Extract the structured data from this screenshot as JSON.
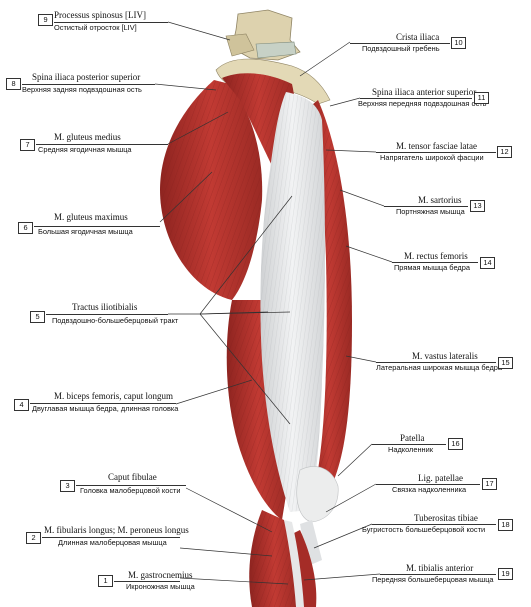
{
  "labels": [
    {
      "num": "9",
      "latin": "Processus spinosus [LIV]",
      "russian": "Остистый отросток [LIV]"
    },
    {
      "num": "8",
      "latin": "Spina iliaca posterior superior",
      "russian": "Верхняя задняя подвздошная ость"
    },
    {
      "num": "7",
      "latin": "M. gluteus medius",
      "russian": "Средняя ягодичная мышца"
    },
    {
      "num": "6",
      "latin": "M. gluteus maximus",
      "russian": "Большая ягодичная мышца"
    },
    {
      "num": "5",
      "latin": "Tractus iliotibialis",
      "russian": "Подвздошно-большеберцовый тракт"
    },
    {
      "num": "4",
      "latin": "M. biceps femoris, caput longum",
      "russian": "Двуглавая мышца бедра, длинная головка"
    },
    {
      "num": "3",
      "latin": "Caput fibulae",
      "russian": "Головка малоберцовой кости"
    },
    {
      "num": "2",
      "latin": "M. fibularis longus; M. peroneus longus",
      "russian": "Длинная малоберцовая мышца"
    },
    {
      "num": "1",
      "latin": "M. gastrocnemius",
      "russian": "Икроножная мышца"
    },
    {
      "num": "10",
      "latin": "Crista iliaca",
      "russian": "Подвздошный гребень"
    },
    {
      "num": "11",
      "latin": "Spina iliaca anterior superior",
      "russian": "Верхняя передняя подвздошная ость"
    },
    {
      "num": "12",
      "latin": "M. tensor fasciae latae",
      "russian": "Напрягатель широкой фасции"
    },
    {
      "num": "13",
      "latin": "M. sartorius",
      "russian": "Портняжная мышца"
    },
    {
      "num": "14",
      "latin": "M. rectus femoris",
      "russian": "Прямая мышца бедра"
    },
    {
      "num": "15",
      "latin": "M. vastus lateralis",
      "russian": "Латеральная широкая мышца бедра"
    },
    {
      "num": "16",
      "latin": "Patella",
      "russian": "Надколенник"
    },
    {
      "num": "17",
      "latin": "Lig. patellae",
      "russian": "Связка надколенника"
    },
    {
      "num": "18",
      "latin": "Tuberositas tibiae",
      "russian": "Бугристость большеберцовой кости"
    },
    {
      "num": "19",
      "latin": "M. tibialis anterior",
      "russian": "Передняя большеберцовая мышца"
    }
  ],
  "colors": {
    "muscle": "#b8312c",
    "muscle_dark": "#8e2420",
    "fascia": "#e9eaeb",
    "bone": "#ddd2ae",
    "line": "#333333"
  }
}
